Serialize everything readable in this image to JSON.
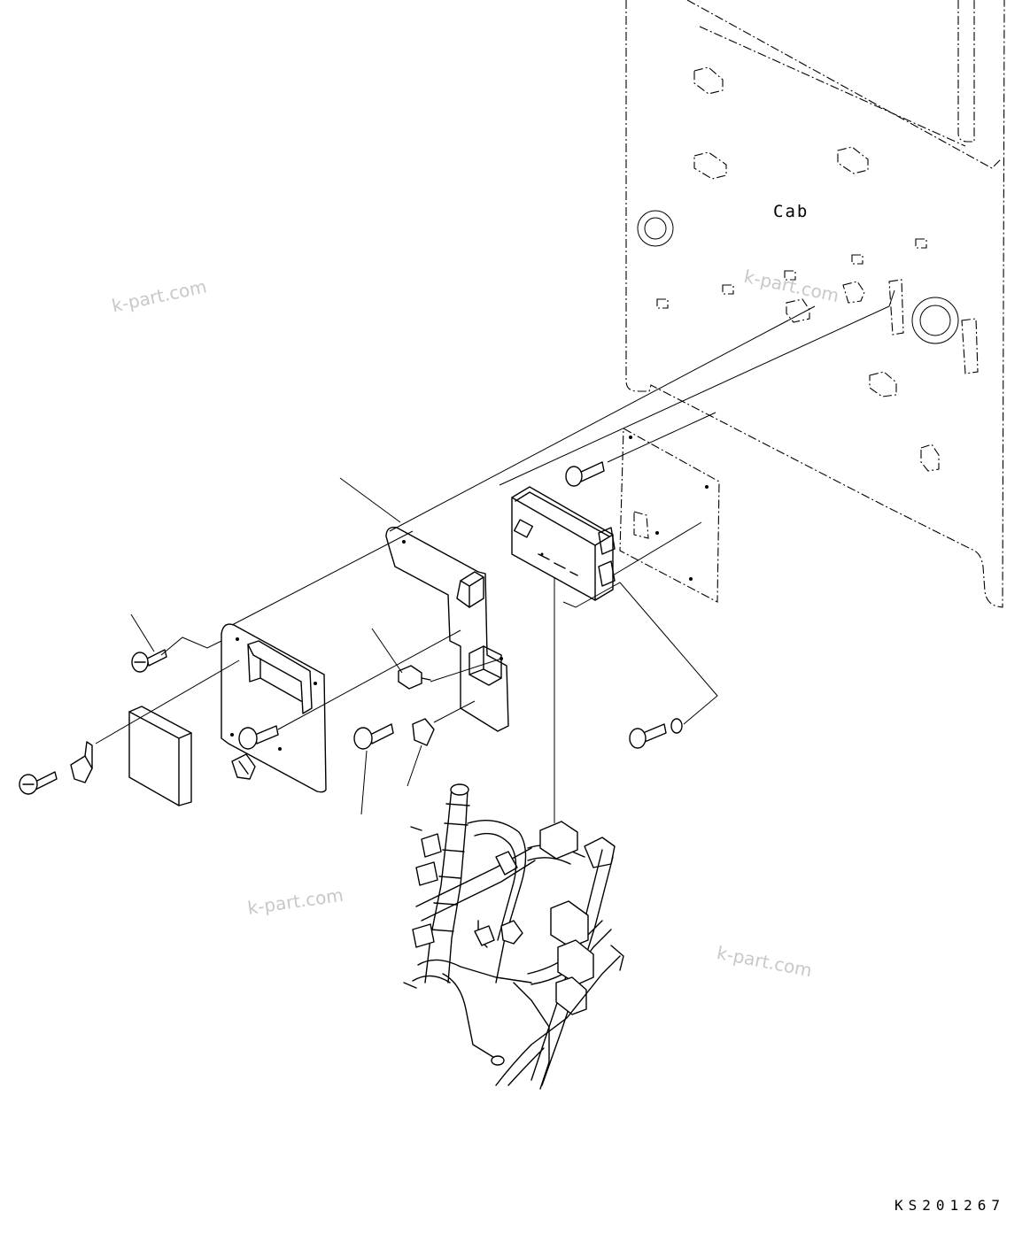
{
  "diagram": {
    "cab_label": "Cab",
    "drawing_code": "KS201267"
  },
  "watermarks": [
    "k-part.com",
    "k-part.com",
    "k-part.com",
    "k-part.com"
  ]
}
